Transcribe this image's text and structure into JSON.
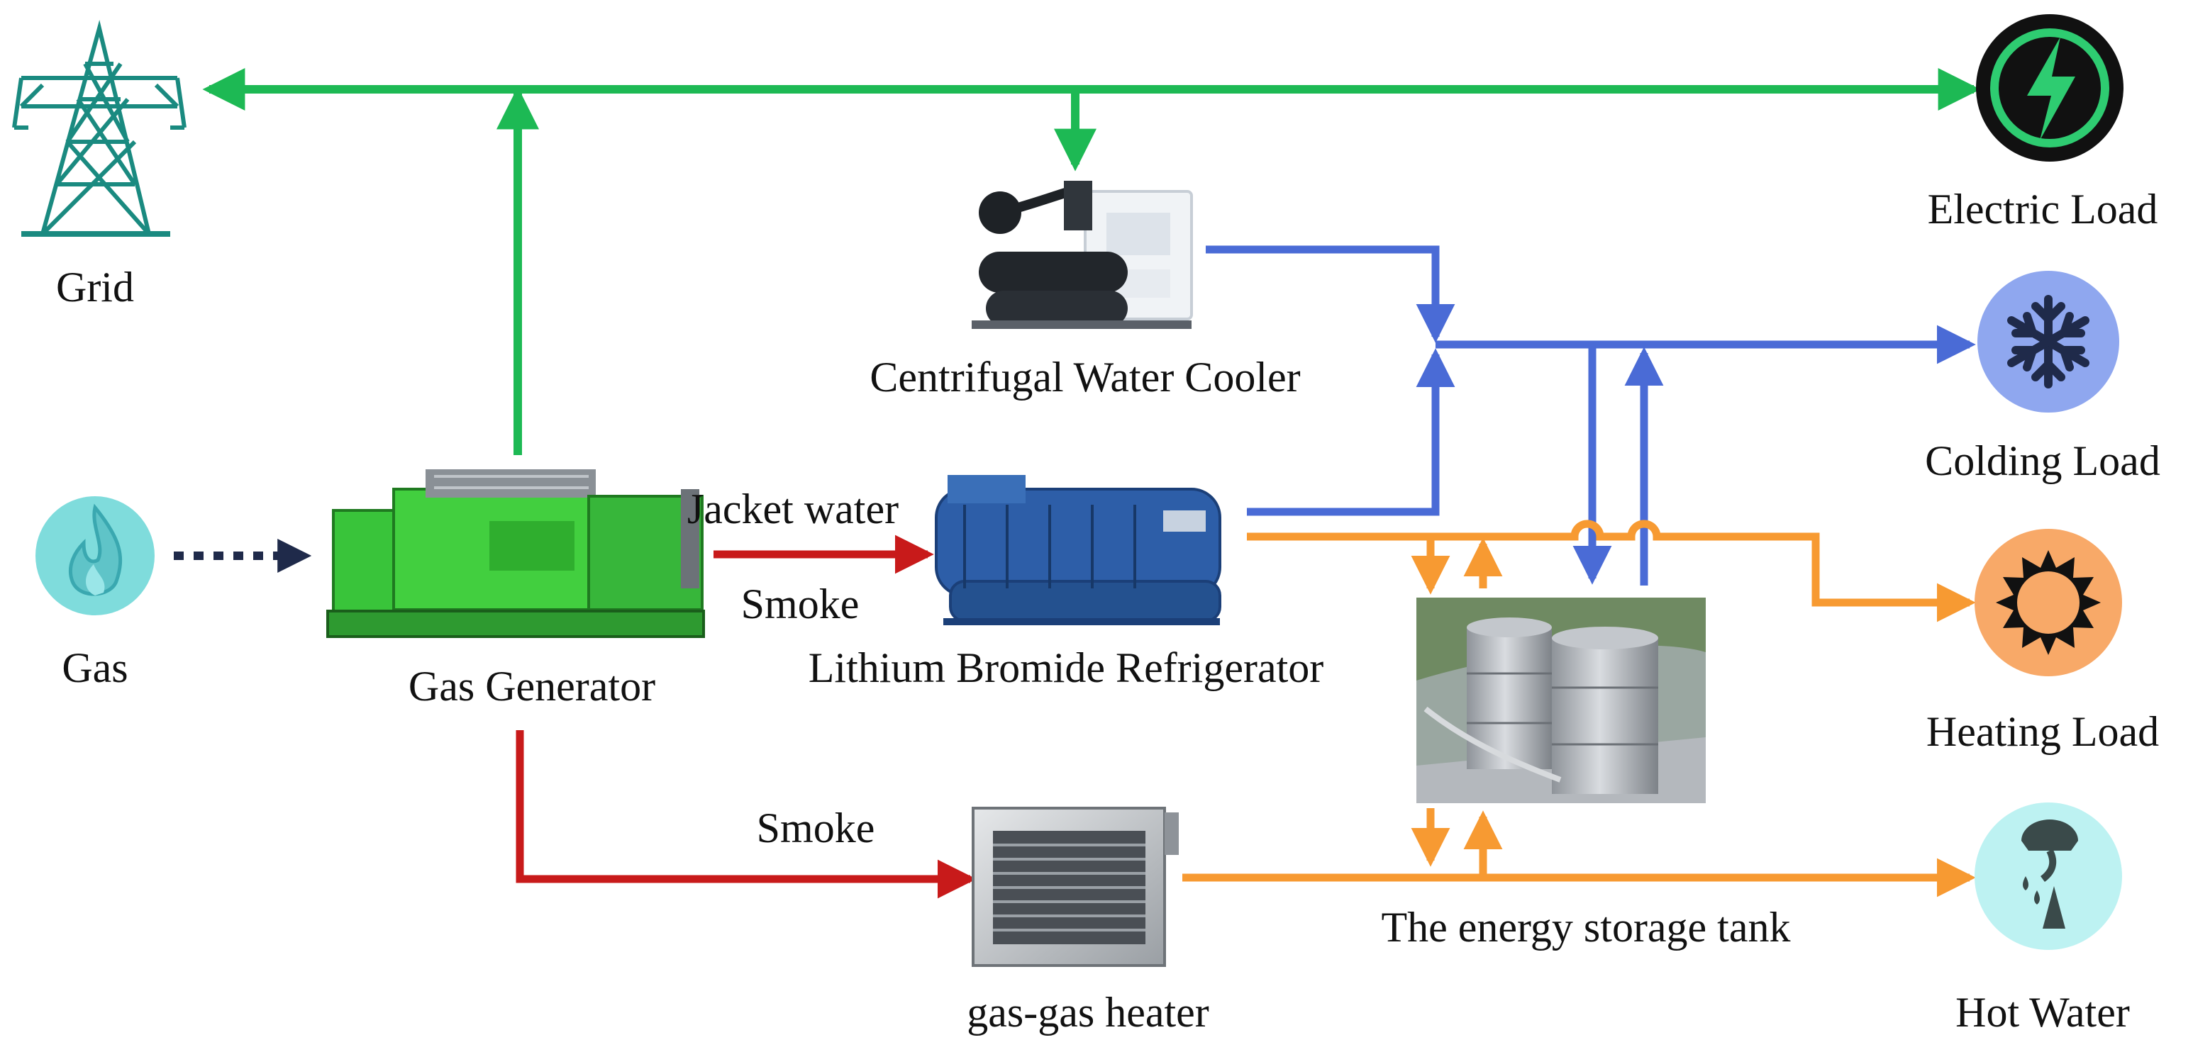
{
  "labels": {
    "grid": "Grid",
    "electric_load": "Electric Load",
    "colding_load": "Colding Load",
    "heating_load": "Heating Load",
    "hot_water": "Hot Water",
    "gas": "Gas",
    "gas_generator": "Gas Generator",
    "centrifugal_cooler": "Centrifugal Water Cooler",
    "lithium_refrigerator": "Lithium Bromide Refrigerator",
    "storage_tank": "The energy storage tank",
    "gas_heater": "gas-gas heater",
    "jacket_water": "Jacket water",
    "smoke_upper": "Smoke",
    "smoke_lower": "Smoke"
  },
  "icons": {
    "grid": "power-tower-icon",
    "electric_load": "lightning-bolt-icon",
    "colding_load": "snowflake-icon",
    "heating_load": "sun-icon",
    "hot_water": "shower-icon",
    "gas": "flame-icon"
  },
  "colors": {
    "electricity": "#1db954",
    "cooling": "#4a6bd6",
    "heating": "#f79a32",
    "smoke": "#c81a1a",
    "gas": "#1f2a4a",
    "generator": "#39c43a",
    "refrigerator": "#2d5ea8",
    "snowflake_bg": "#8fa7ef",
    "sun_bg": "#f8a968",
    "water_bg": "#bdf2f2",
    "gas_bg": "#7fdcdc",
    "tower": "#1a8a80"
  }
}
